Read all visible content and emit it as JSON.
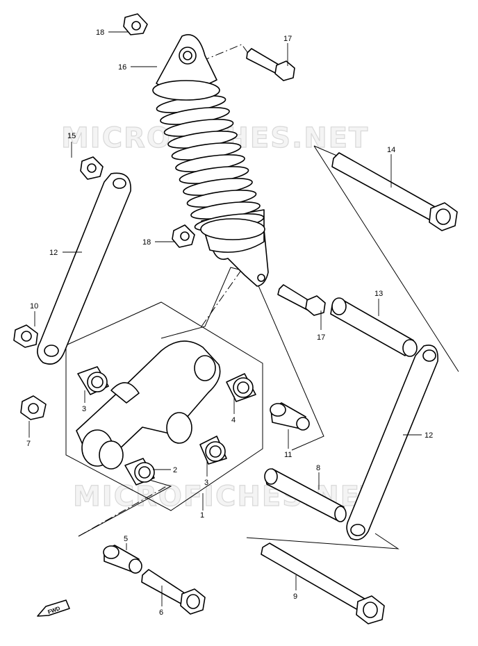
{
  "watermark": {
    "text_upper": "MICROFICHES.NET",
    "text_lower": "MICROFICHES.NET"
  },
  "direction_marker": {
    "label": "FWD"
  },
  "callouts": [
    {
      "id": "c1",
      "label": "1"
    },
    {
      "id": "c2",
      "label": "2"
    },
    {
      "id": "c3a",
      "label": "3"
    },
    {
      "id": "c3b",
      "label": "3"
    },
    {
      "id": "c4",
      "label": "4"
    },
    {
      "id": "c5",
      "label": "5"
    },
    {
      "id": "c6",
      "label": "6"
    },
    {
      "id": "c7",
      "label": "7"
    },
    {
      "id": "c8",
      "label": "8"
    },
    {
      "id": "c9",
      "label": "9"
    },
    {
      "id": "c10",
      "label": "10"
    },
    {
      "id": "c11",
      "label": "11"
    },
    {
      "id": "c12a",
      "label": "12"
    },
    {
      "id": "c12b",
      "label": "12"
    },
    {
      "id": "c13",
      "label": "13"
    },
    {
      "id": "c14",
      "label": "14"
    },
    {
      "id": "c15",
      "label": "15"
    },
    {
      "id": "c16",
      "label": "16"
    },
    {
      "id": "c17a",
      "label": "17"
    },
    {
      "id": "c17b",
      "label": "17"
    },
    {
      "id": "c18a",
      "label": "18"
    },
    {
      "id": "c18b",
      "label": "18"
    }
  ]
}
